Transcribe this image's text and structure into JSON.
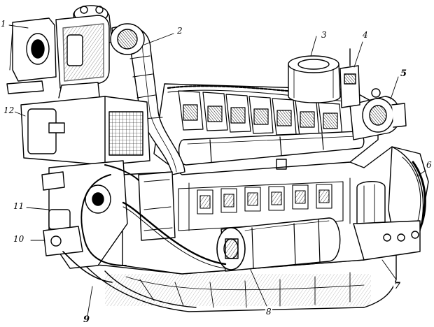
{
  "figure": {
    "callouts": [
      {
        "id": "c1",
        "label": "1"
      },
      {
        "id": "c2",
        "label": "2"
      },
      {
        "id": "c3",
        "label": "3"
      },
      {
        "id": "c4",
        "label": "4"
      },
      {
        "id": "c5",
        "label": "5"
      },
      {
        "id": "c6",
        "label": "6"
      },
      {
        "id": "c7",
        "label": "7"
      },
      {
        "id": "c8",
        "label": "8"
      },
      {
        "id": "c9",
        "label": "9"
      },
      {
        "id": "c10",
        "label": "10"
      },
      {
        "id": "c11",
        "label": "11"
      },
      {
        "id": "c12",
        "label": "12"
      }
    ],
    "colors": {
      "ink": "#000000",
      "paper": "#ffffff"
    }
  }
}
